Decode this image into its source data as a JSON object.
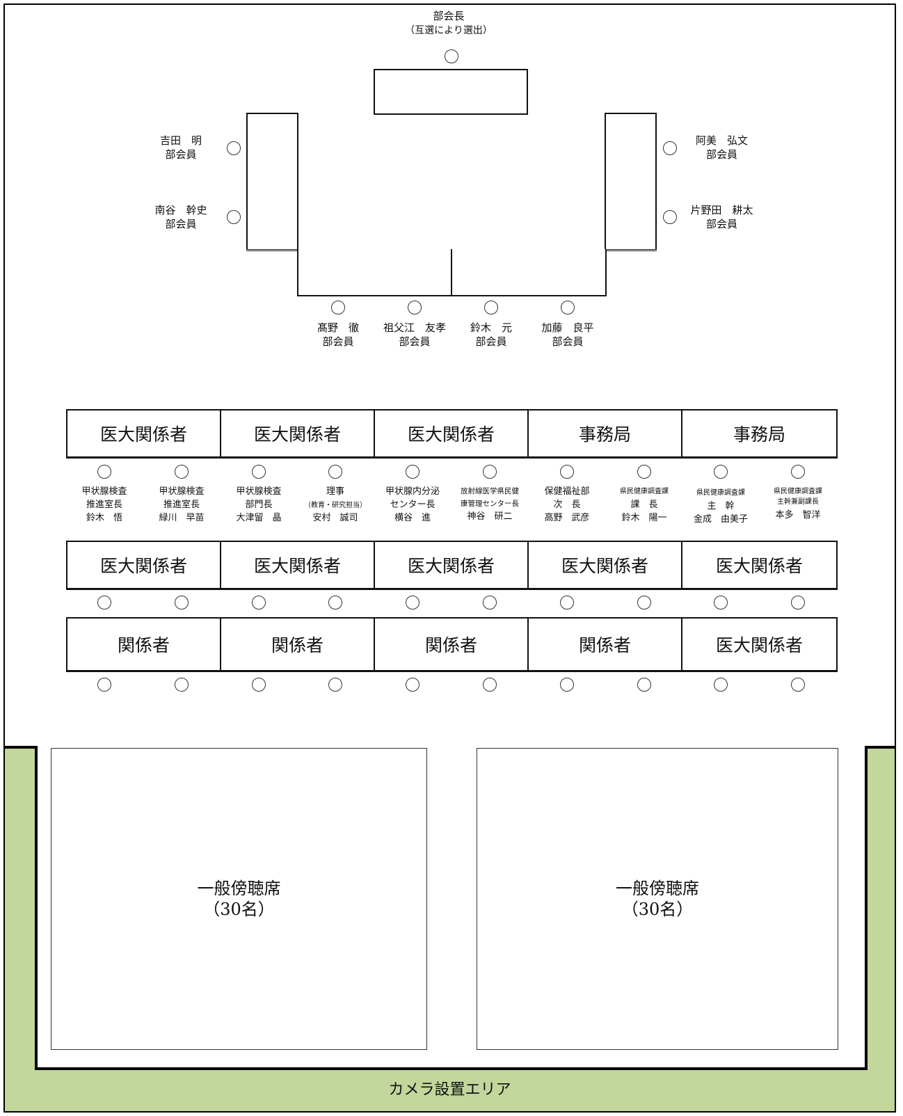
{
  "chair": {
    "title": "部会長",
    "note": "（互選により選出）"
  },
  "left_members": [
    {
      "name": "吉田　明",
      "role": "部会員"
    },
    {
      "name": "南谷　幹史",
      "role": "部会員"
    }
  ],
  "right_members": [
    {
      "name": "阿美　弘文",
      "role": "部会員"
    },
    {
      "name": "片野田　耕太",
      "role": "部会員"
    }
  ],
  "bottom_members": [
    {
      "name": "髙野　徹",
      "role": "部会員"
    },
    {
      "name": "祖父江　友孝",
      "role": "部会員"
    },
    {
      "name": "鈴木　元",
      "role": "部会員"
    },
    {
      "name": "加藤　良平",
      "role": "部会員"
    }
  ],
  "row1_tables": [
    "医大関係者",
    "医大関係者",
    "医大関係者",
    "事務局",
    "事務局"
  ],
  "row1_attendees": [
    {
      "line1": "甲状腺検査",
      "line2": "推進室長",
      "line3": "鈴木　悟"
    },
    {
      "line1": "甲状腺検査",
      "line2": "推進室長",
      "line3": "緑川　早苗"
    },
    {
      "line1": "甲状腺検査",
      "line2": "部門長",
      "line3": "大津留　晶"
    },
    {
      "line1": "理事",
      "line2": "（教育・研究担当）",
      "line3": "安村　誠司"
    },
    {
      "line1": "甲状腺内分泌",
      "line2": "センター長",
      "line3": "横谷　進"
    },
    {
      "line1": "放射線医学県民健",
      "line2": "康管理センター長",
      "line3": "神谷　研二"
    },
    {
      "line1": "保健福祉部",
      "line2": "次　長",
      "line3": "高野　武彦"
    },
    {
      "line1": "県民健康調査課",
      "line2": "課　長",
      "line3": "鈴木　陽一"
    },
    {
      "line1": "県民健康調査課",
      "line2": "主　幹",
      "line3": "金成　由美子"
    },
    {
      "line1": "県民健康調査課",
      "line2": "主幹兼副課長",
      "line3": "本多　智洋"
    }
  ],
  "row2_tables": [
    "医大関係者",
    "医大関係者",
    "医大関係者",
    "医大関係者",
    "医大関係者"
  ],
  "row3_tables": [
    "関係者",
    "関係者",
    "関係者",
    "関係者",
    "医大関係者"
  ],
  "audience": [
    {
      "title": "一般傍聴席",
      "capacity": "（30名）"
    },
    {
      "title": "一般傍聴席",
      "capacity": "（30名）"
    }
  ],
  "camera_area": "カメラ設置エリア",
  "colors": {
    "camera_area": "#c3d69b",
    "lines": "#111111"
  }
}
